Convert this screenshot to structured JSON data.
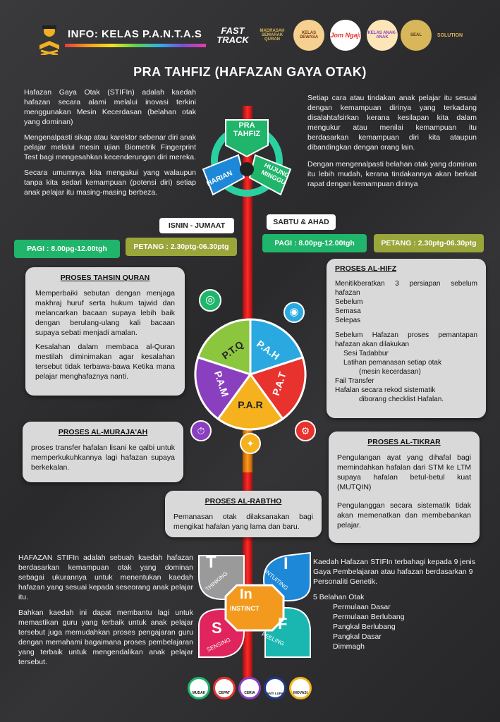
{
  "header": {
    "title": "INFO: KELAS P.A.N.T.A.S",
    "logos": [
      "FAST TRACK",
      "MADRASAH SEMARAK QURAN",
      "KELAS DEWASA",
      "Jom Ngaji",
      "KELAS ANAK-ANAK",
      "SEAL",
      "SOLUTION"
    ]
  },
  "page_title": "PRA TAHFIZ (HAFAZAN GAYA OTAK)",
  "intro_left": [
    "Hafazan Gaya Otak (STIFIn) adalah kaedah hafazan secara alami melalui inovasi terkini menggunakan Mesin Kecerdasan (belahan otak yang dominan)",
    "Mengenalpasti sikap atau karektor sebenar diri anak pelajar melalui mesin ujian Biometrik Fingerprint Test bagi mengesahkan kecenderungan diri mereka.",
    "Secara umumnya kita mengakui yang walaupun tanpa kita sedari kemampuan (potensi diri) setiap anak pelajar itu masing-masing berbeza."
  ],
  "intro_right": [
    "Setiap cara atau tindakan anak pelajar itu sesuai dengan kemampuan dirinya yang terkadang disalahtafsirkan kerana kesilapan kita dalam mengukur atau menilai kemampuan itu berdasarkan kemampuan diri kita ataupun dibandingkan dengan orang lain.",
    "Dengan mengenalpasti belahan otak yang dominan itu lebih mudah, kerana tindakannya akan berkait rapat dengan kemampuan dirinya"
  ],
  "trefoil": {
    "top": "PRA TAHFIZ",
    "left": "HARIAN",
    "right": "HUJUNG MINGGU"
  },
  "schedule": {
    "weekday_label": "ISNIN - JUMAAT",
    "weekend_label": "SABTU & AHAD",
    "weekday_morning": "PAGI : 8.00pg-12.00tgh",
    "weekday_evening": "PETANG : 2.30ptg-06.30ptg",
    "weekend_morning": "PAGI : 8.00pg-12.00tgh",
    "weekend_evening": "PETANG : 2.30ptg-06.30ptg"
  },
  "tahsin": {
    "title": "PROSES TAHSIN QURAN",
    "p1": "Memperbaiki sebutan dengan menjaga makhraj huruf serta hukum tajwid dan melancarkan bacaan supaya lebih baik dengan berulang-ulang kali bacaan supaya sebati menjadi amalan.",
    "p2": "Kesalahan dalam membaca al-Quran mestilah diminimakan agar kesalahan tersebut tidak terbawa-bawa Ketika mana pelajar menghafaznya nanti."
  },
  "hifz": {
    "title": "PROSES AL-HIFZ",
    "intro": "Menitikberatkan 3 persiapan sebelum hafazan",
    "items": [
      "Sebelum",
      "Semasa",
      "Selepas"
    ],
    "p2": "Sebelum Hafazan proses pemantapan hafazan akan dilakukan",
    "sub1": "Sesi Tadabbur",
    "sub2a": "Latihan pemanasan setiap otak",
    "sub2b": "(mesin kecerdasan)",
    "sub3": "Fail Transfer",
    "sub4a": "Hafalan secara rekod sistematik",
    "sub4b": "diborang checklist Hafalan."
  },
  "wheel": {
    "segments": [
      "P.T.Q",
      "P.A.H",
      "P.A.T",
      "P.A.R",
      "P.A.M"
    ],
    "colors": [
      "#8cc63f",
      "#2aa9e0",
      "#e8322e",
      "#f5b21e",
      "#8a3fbf"
    ]
  },
  "murajaah": {
    "title": "PROSES AL-MURAJA'AH",
    "text": "proses transfer hafalan lisani ke qalbi untuk memperkukuhkannya lagi hafazan supaya berkekalan."
  },
  "tikrar": {
    "title": "PROSES AL-TIKRAR",
    "p1": "Pengulangan ayat yang dihafal bagi memindahkan hafalan dari STM ke LTM supaya hafalan betul-betul kuat (MUTQIN)",
    "p2": "Pengulanggan secara sistematik tidak akan memenatkan dan membebankan pelajar."
  },
  "rabtho": {
    "title": "PROSES AL-RABTHO",
    "text": "Pemanasan otak dilaksanakan bagi mengikat hafalan yang lama dan baru."
  },
  "stifin": {
    "letters": [
      "T",
      "I",
      "In",
      "S",
      "F"
    ],
    "words": [
      "THINKING",
      "INTUITING",
      "INSTINCT",
      "SENSING",
      "FEELING"
    ],
    "colors": [
      "#9a9a9a",
      "#1e88d8",
      "#f39a1e",
      "#e0245e",
      "#1ab7b0"
    ]
  },
  "bottom_left": [
    "HAFAZAN STIFIn adalah sebuah kaedah hafazan berdasarkan kemampuan otak yang dominan sebagai ukurannya untuk menentukan kaedah hafazan yang sesuai kepada seseorang anak pelajar itu.",
    "Bahkan kaedah ini dapat membantu lagi untuk memastikan guru yang terbaik untuk anak pelajar tersebut juga memudahkan proses pengajaran guru dengan memahami bagaimana proses pembelajaran yang terbaik untuk mengendalikan anak pelajar tersebut."
  ],
  "bottom_right": {
    "p1": "Kaedah Hafazan STIFIn terbahagi kepada 9 jenis Gaya Pembelajaran atau hafazan berdasarkan 9 Personaliti Genetik.",
    "list_title": "5 Belahan Otak",
    "list": [
      "Permulaan Dasar",
      "Permulaan Berlubang",
      "Pangkal Berlubang",
      "Pangkal Dasar",
      "Dimmagh"
    ]
  },
  "footer_badges": [
    {
      "label": "MUDAH",
      "color": "#1fb56a"
    },
    {
      "label": "CEPAT",
      "color": "#e8322e"
    },
    {
      "label": "CERIA",
      "color": "#8a3fbf"
    },
    {
      "label": "ANTI LUPA",
      "color": "#1e3a8a"
    },
    {
      "label": "INOVASI",
      "color": "#f5b21e"
    }
  ]
}
